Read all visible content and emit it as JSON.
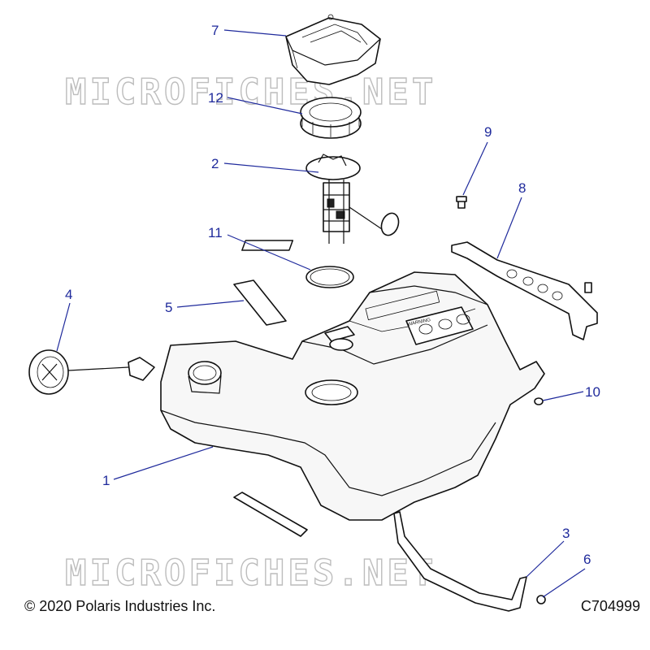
{
  "watermark": "MICROFICHES.NET",
  "callouts": [
    {
      "id": "1",
      "label": "1"
    },
    {
      "id": "2",
      "label": "2"
    },
    {
      "id": "3",
      "label": "3"
    },
    {
      "id": "4",
      "label": "4"
    },
    {
      "id": "5",
      "label": "5"
    },
    {
      "id": "6",
      "label": "6"
    },
    {
      "id": "7",
      "label": "7"
    },
    {
      "id": "8",
      "label": "8"
    },
    {
      "id": "9",
      "label": "9"
    },
    {
      "id": "10",
      "label": "10"
    },
    {
      "id": "11",
      "label": "11"
    },
    {
      "id": "12",
      "label": "12"
    }
  ],
  "tank_decal_text": "WARNING",
  "footer": {
    "copyright": "© 2020 Polaris Industries Inc.",
    "drawing_number": "C704999"
  },
  "colors": {
    "callout": "#1f2a9c",
    "line_art": "#111111",
    "watermark": "#bdbdbd"
  }
}
